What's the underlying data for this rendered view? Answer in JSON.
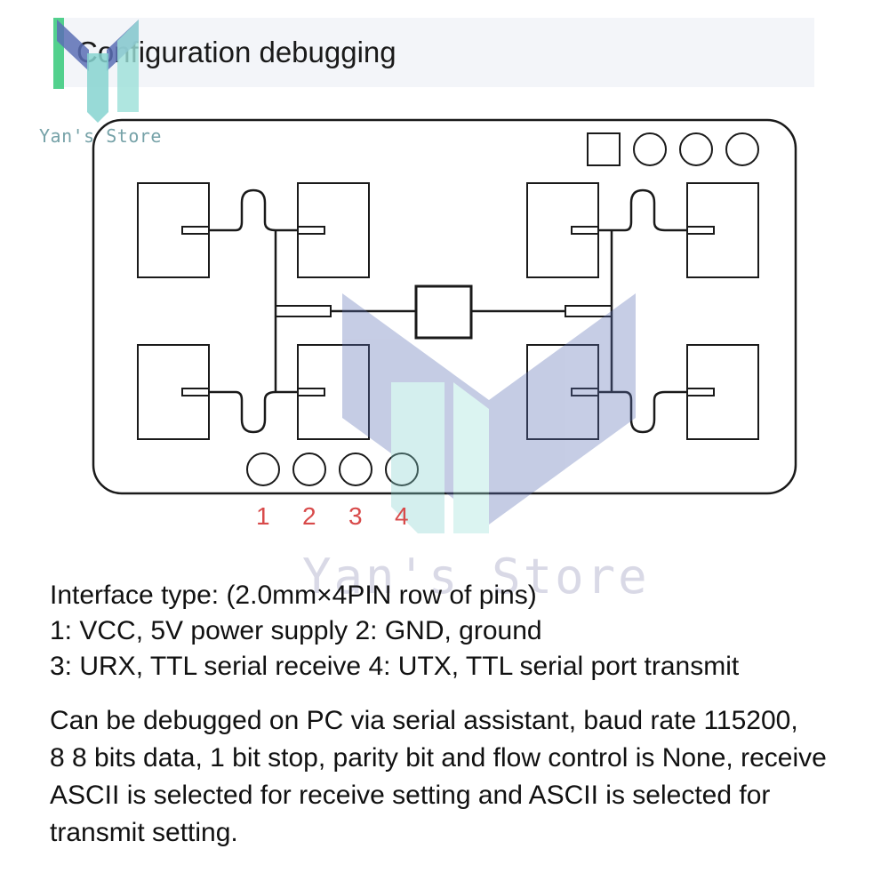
{
  "header": {
    "title": "Configuration debugging"
  },
  "logo": {
    "text": "Yan's Store"
  },
  "watermark": {
    "text": "Yan's Store"
  },
  "board": {
    "pins": [
      "1",
      "2",
      "3",
      "4"
    ],
    "colors": {
      "outline": "#1a1a1a",
      "pin_label": "#d84a4a"
    }
  },
  "interface": {
    "line1": "Interface type: (2.0mm×4PIN row of pins)",
    "line2": "1: VCC, 5V power supply   2: GND, ground",
    "line3": "3: URX, TTL serial receive   4: UTX, TTL serial port transmit"
  },
  "description": {
    "line1": "Can be debugged on PC via serial assistant, baud rate 115200,",
    "line2": "8 8 bits data, 1 bit stop, parity bit and flow control is None, receive",
    "line3": " ASCII is selected for receive setting and ASCII is selected for",
    "line4": "transmit setting."
  }
}
